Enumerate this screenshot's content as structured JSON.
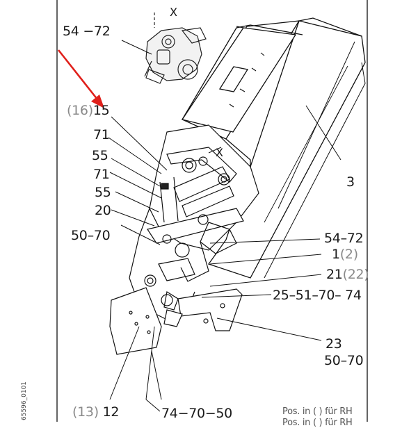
{
  "labels": {
    "top_left": "54 −72",
    "p15_paren": "(16)",
    "p15": "15",
    "p71a": "71",
    "p55a": "55",
    "p71b": "71",
    "p55b": "55",
    "p20": "20",
    "p5070a": "50–70",
    "p3": "3",
    "p5472b": "54–72",
    "p1": "1",
    "p1_paren": "(2)",
    "p21": "21",
    "p21_paren": "(22)",
    "p25": "25–51–70– 74",
    "p23": "23",
    "p5070b": "50–70",
    "p12_paren": "(13)",
    "p12": "12",
    "p747050": "74−70−50",
    "x1": "X",
    "x2": "X"
  },
  "note": {
    "line1": "Pos. in ( ) für RH",
    "line2": "Pos. in ( ) für RH"
  },
  "side_code": "65596_0101",
  "colors": {
    "arrow": "#e0201b",
    "ink": "#1a1a1a"
  }
}
